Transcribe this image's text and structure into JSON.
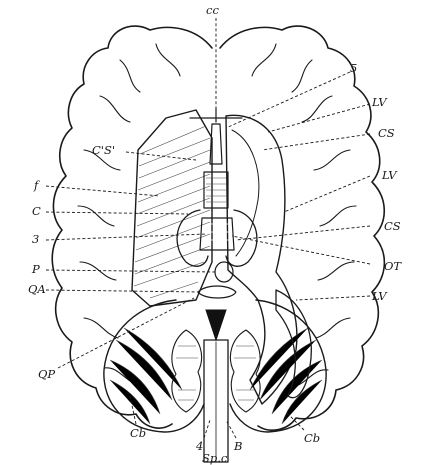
{
  "labels": {
    "cc": "cc",
    "n5": "5",
    "lv_top": "LV",
    "cs_top": "CS",
    "lv_mid": "LV",
    "cs_mid": "CS",
    "ot": "OT",
    "lv_low": "LV",
    "csl": "C'S'",
    "f": "f",
    "c": "C",
    "n3": "3",
    "p": "P",
    "qa": "QA",
    "qp": "QP",
    "cb_left": "Cb",
    "n4": "4",
    "spc": "Sp.c",
    "b": "B",
    "cb_right": "Cb"
  },
  "colors": {
    "ink": "#1a1a1a",
    "paper": "#ffffff"
  }
}
